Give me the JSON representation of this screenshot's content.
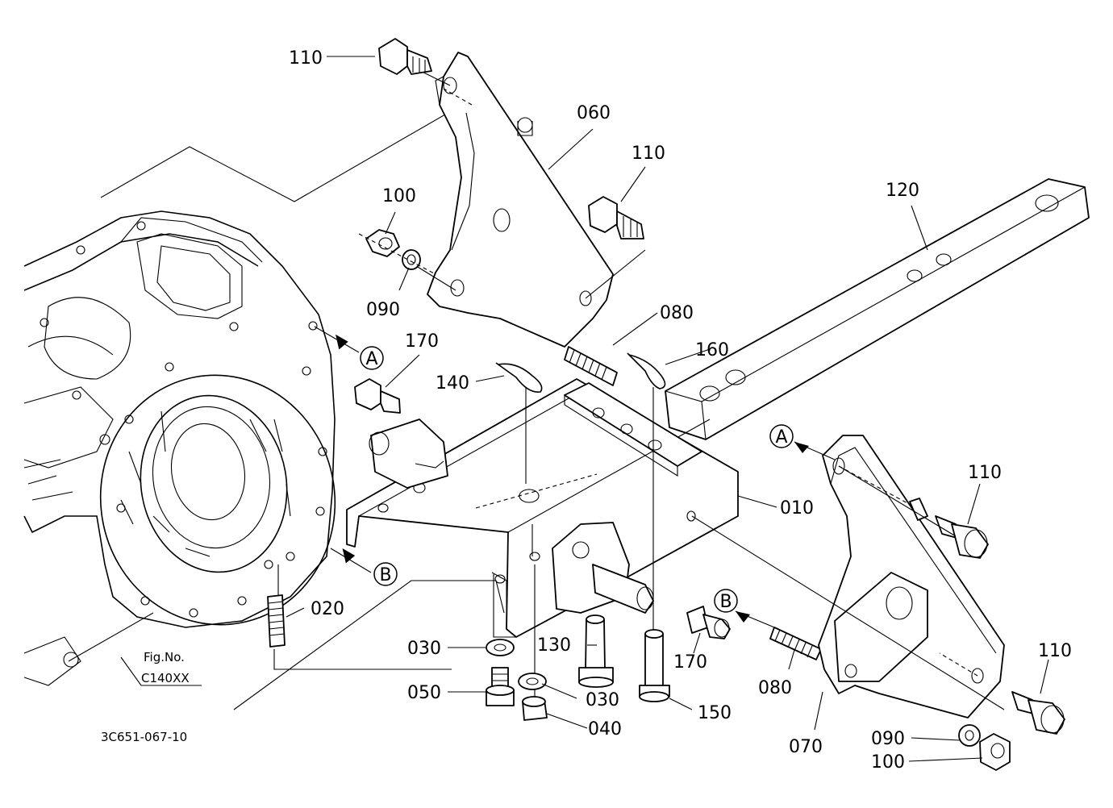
{
  "diagram_id": "3C651-067-10",
  "figure_reference": {
    "label": "Fig.No.",
    "number": "C140XX"
  },
  "callouts": [
    {
      "id": "c-110-top",
      "text": "110"
    },
    {
      "id": "c-060",
      "text": "060"
    },
    {
      "id": "c-110-mid",
      "text": "110"
    },
    {
      "id": "c-100-left",
      "text": "100"
    },
    {
      "id": "c-090-left",
      "text": "090"
    },
    {
      "id": "c-080-top",
      "text": "080"
    },
    {
      "id": "c-120",
      "text": "120"
    },
    {
      "id": "c-170-top",
      "text": "170"
    },
    {
      "id": "c-140",
      "text": "140"
    },
    {
      "id": "c-160",
      "text": "160"
    },
    {
      "id": "c-010",
      "text": "010"
    },
    {
      "id": "c-110-right1",
      "text": "110"
    },
    {
      "id": "c-020",
      "text": "020"
    },
    {
      "id": "c-030-left",
      "text": "030"
    },
    {
      "id": "c-130",
      "text": "130"
    },
    {
      "id": "c-170-bottom",
      "text": "170"
    },
    {
      "id": "c-080-bottom",
      "text": "080"
    },
    {
      "id": "c-110-right2",
      "text": "110"
    },
    {
      "id": "c-050",
      "text": "050"
    },
    {
      "id": "c-030-right",
      "text": "030"
    },
    {
      "id": "c-150",
      "text": "150"
    },
    {
      "id": "c-040",
      "text": "040"
    },
    {
      "id": "c-070",
      "text": "070"
    },
    {
      "id": "c-090-right",
      "text": "090"
    },
    {
      "id": "c-100-right",
      "text": "100"
    }
  ],
  "markers": {
    "a_left": "A",
    "a_right": "A",
    "b_left": "B",
    "b_right": "B"
  }
}
